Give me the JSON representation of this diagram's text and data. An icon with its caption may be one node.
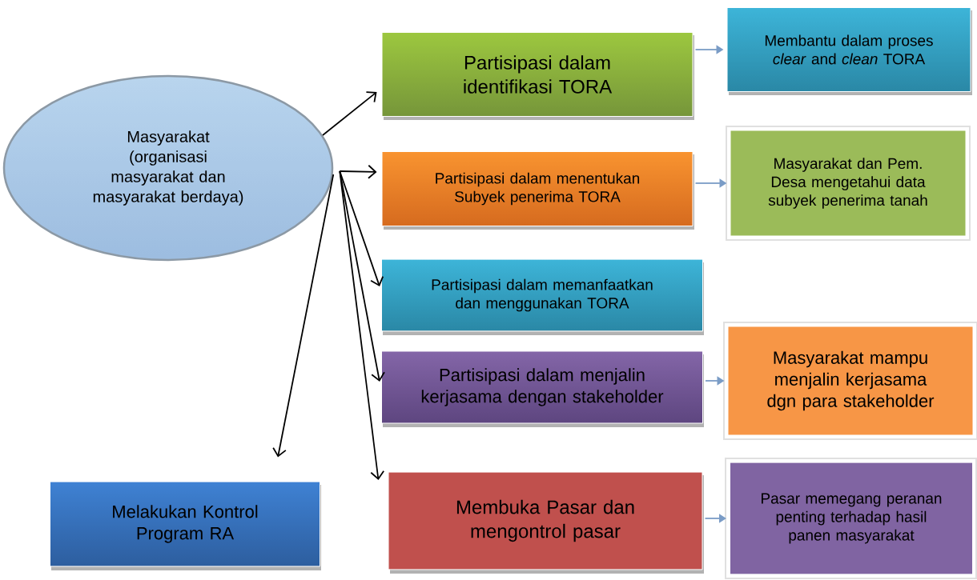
{
  "diagram": {
    "nodes": [
      {
        "text": [
          "Masyarakat (organisasi masyarakat dan masyarakat berdaya)"
        ]
      },
      {
        "text": [
          "Partisipasi dalam identifikasi TORA"
        ]
      },
      {
        "text": [
          "Membantu dalam proses *clear* and *clean* TORA"
        ]
      },
      {
        "text": [
          "Partisipasi dalam menentukan Subyek penerima TORA"
        ]
      },
      {
        "text": [
          "Masyarakat dan Pem. Desa mengetahui data subyek penerima tanah"
        ]
      },
      {
        "text": [
          "Partisipasi dalam memanfaatkan dan menggunakan TORA"
        ]
      },
      {
        "text": [
          "Partisipasi dalam menjalin kerjasama dengan stakeholder"
        ]
      },
      {
        "text": [
          "Masyarakat mampu menjalin kerjasama dgn para stakeholder"
        ]
      },
      {
        "text": [
          "Melakukan Kontrol Program RA"
        ]
      },
      {
        "text": [
          "Membuka Pasar dan mengontrol pasar"
        ]
      },
      {
        "text": [
          "Pasar memegang peranan penting terhadap hasil panen masyarakat"
        ]
      }
    ],
    "edges": [
      {
        "from": 0,
        "to": 1,
        "arrow": "to"
      },
      {
        "from": 0,
        "to": 3,
        "arrow": "to"
      },
      {
        "from": 0,
        "to": 5,
        "arrow": "to"
      },
      {
        "from": 0,
        "to": 6,
        "arrow": "to"
      },
      {
        "from": 0,
        "to": 9,
        "arrow": "to"
      },
      {
        "from": 0,
        "to": 8,
        "arrow": "to"
      },
      {
        "from": 1,
        "to": 2,
        "arrow": "to",
        "color": "#7a9cc6"
      },
      {
        "from": 3,
        "to": 4,
        "arrow": "to",
        "color": "#7a9cc6"
      },
      {
        "from": 6,
        "to": 7,
        "arrow": "to",
        "color": "#7a9cc6"
      },
      {
        "from": 9,
        "to": 10,
        "arrow": "to",
        "color": "#7a9cc6"
      }
    ]
  }
}
